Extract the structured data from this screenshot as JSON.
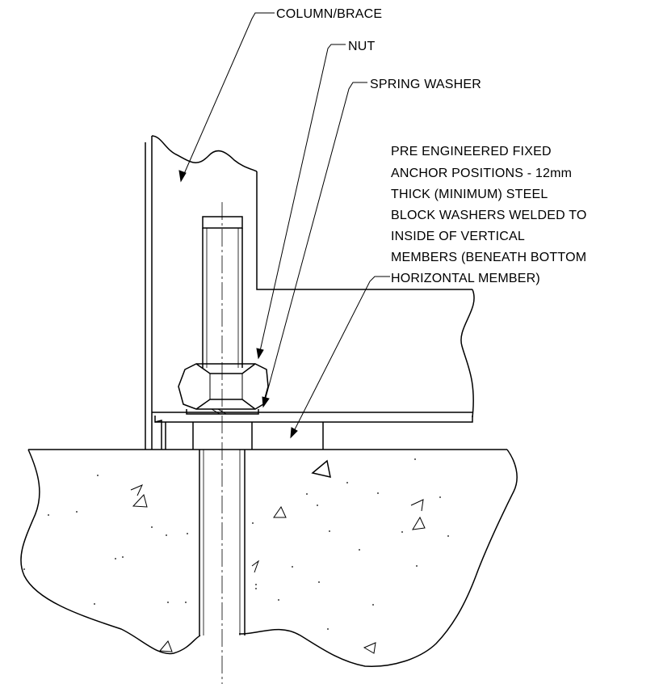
{
  "labels": {
    "column_brace": "COLUMN/BRACE",
    "nut": "NUT",
    "spring_washer": "SPRING WASHER",
    "anchor_note": [
      "PRE ENGINEERED FIXED",
      "ANCHOR POSITIONS - 12mm",
      "THICK (MINIMUM) STEEL",
      "BLOCK WASHERS WELDED TO",
      "INSIDE OF VERTICAL",
      "MEMBERS (BENEATH BOTTOM",
      "HORIZONTAL MEMBER)"
    ]
  },
  "colors": {
    "ink": "#000000",
    "paper": "#ffffff"
  }
}
